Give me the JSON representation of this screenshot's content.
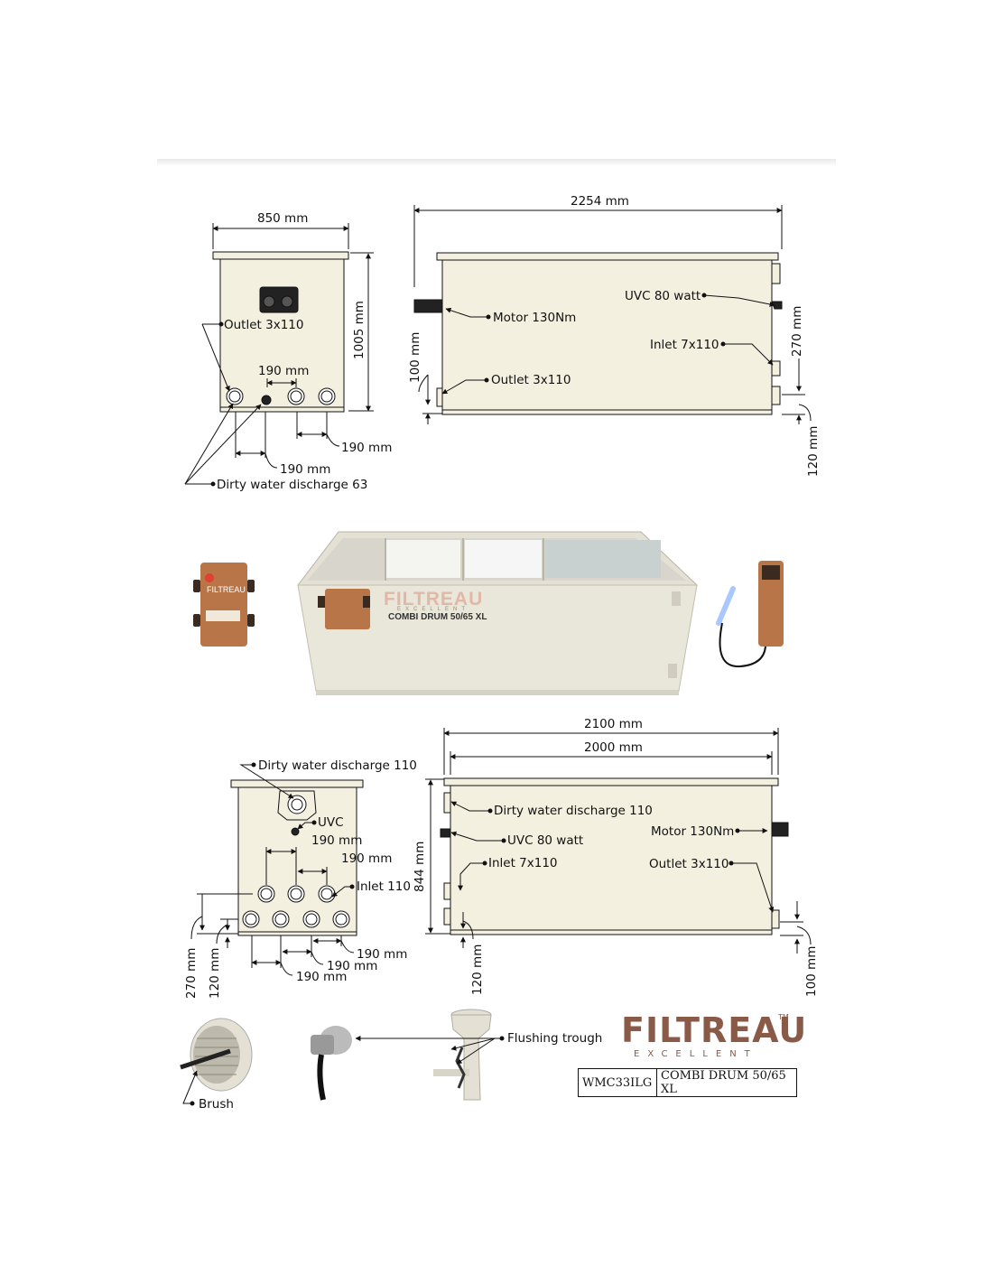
{
  "top_front": {
    "width": "850 mm",
    "height": "1005 mm",
    "outlet": "Outlet 3x110",
    "spacing_a": "190 mm",
    "spacing_b": "190 mm",
    "spacing_c": "190 mm",
    "discharge": "Dirty water discharge 63"
  },
  "top_side": {
    "length": "2254 mm",
    "uvc": "UVC 80 watt",
    "motor": "Motor 130Nm",
    "inlet": "Inlet 7x110",
    "outlet": "Outlet 3x110",
    "h_270": "270 mm",
    "h_100": "100 mm",
    "h_120": "120 mm"
  },
  "product": {
    "brand": "FILTREAU",
    "brand_sub": "EXCELLENT",
    "model": "COMBI DRUM 50/65 XL"
  },
  "bottom_front": {
    "discharge": "Dirty water discharge 110",
    "uvc": "UVC",
    "spacing_a": "190 mm",
    "spacing_b": "190 mm",
    "inlet": "Inlet 110",
    "spacing_c": "190 mm",
    "spacing_d": "190 mm",
    "spacing_e": "190 mm",
    "h_270": "270 mm",
    "h_120": "120 mm"
  },
  "bottom_side": {
    "length_outer": "2100 mm",
    "length_inner": "2000 mm",
    "height": "844 mm",
    "discharge": "Dirty water discharge 110",
    "uvc": "UVC 80 watt",
    "motor": "Motor 130Nm",
    "inlet": "Inlet 7x110",
    "outlet": "Outlet 3x110",
    "h_120": "120 mm",
    "h_100": "100 mm"
  },
  "accessories": {
    "brush": "Brush",
    "flushing": "Flushing trough"
  },
  "brand": {
    "name": "FILTREAU",
    "tm": "TM",
    "sub": "EXCELLENT"
  },
  "table": {
    "code": "WMC33ILG",
    "model": "COMBI DRUM 50/65 XL"
  },
  "colors": {
    "tank_fill": "#f4f0e0",
    "brand_brown": "#8a5a48",
    "controller_copper": "#b87547"
  }
}
